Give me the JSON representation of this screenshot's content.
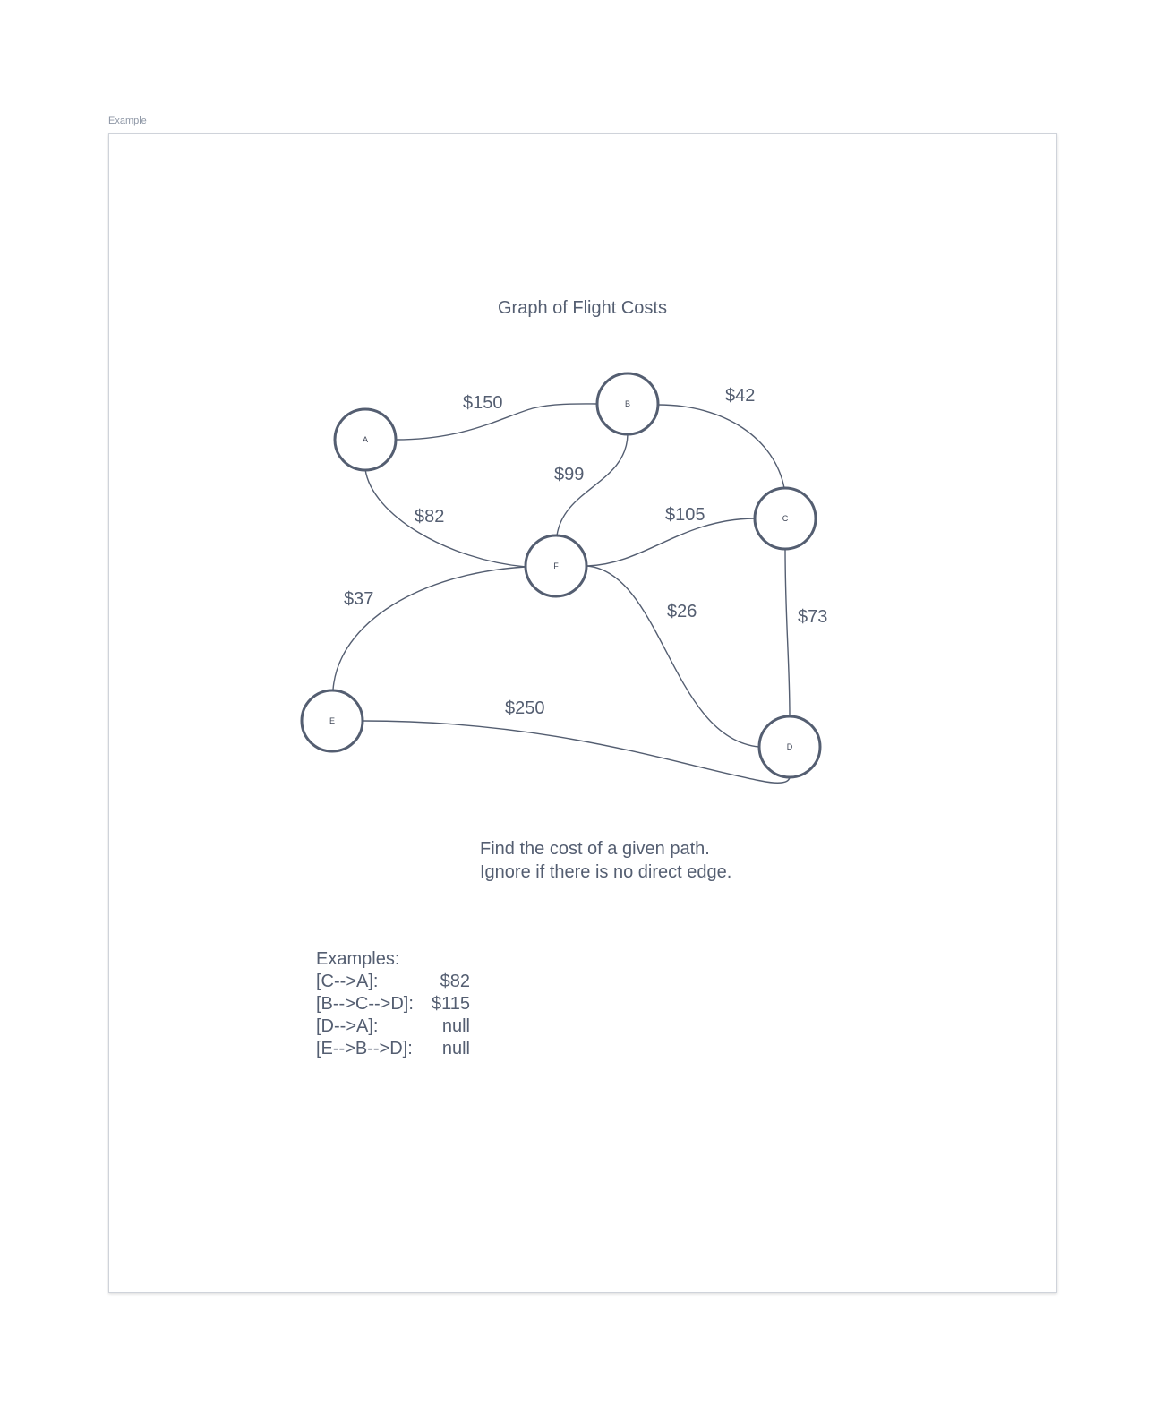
{
  "frame": {
    "label": "Example"
  },
  "diagram": {
    "title": "Graph of Flight Costs",
    "nodes": [
      {
        "id": "A",
        "label": "A"
      },
      {
        "id": "B",
        "label": "B"
      },
      {
        "id": "C",
        "label": "C"
      },
      {
        "id": "D",
        "label": "D"
      },
      {
        "id": "E",
        "label": "E"
      },
      {
        "id": "F",
        "label": "F"
      }
    ],
    "edges": [
      {
        "from": "A",
        "to": "B",
        "cost": "$150"
      },
      {
        "from": "B",
        "to": "C",
        "cost": "$42"
      },
      {
        "from": "B",
        "to": "F",
        "cost": "$99"
      },
      {
        "from": "A",
        "to": "F",
        "cost": "$82"
      },
      {
        "from": "F",
        "to": "C",
        "cost": "$105"
      },
      {
        "from": "F",
        "to": "E",
        "cost": "$37"
      },
      {
        "from": "F",
        "to": "D",
        "cost": "$26"
      },
      {
        "from": "C",
        "to": "D",
        "cost": "$73"
      },
      {
        "from": "E",
        "to": "D",
        "cost": "$250"
      }
    ]
  },
  "instructions": {
    "line1": "Find the cost of a given path.",
    "line2": "Ignore if there is no direct edge."
  },
  "examples": {
    "heading": "Examples:",
    "rows": [
      {
        "path": "[C-->A]:",
        "result": "$82"
      },
      {
        "path": "[B-->C-->D]:",
        "result": "$115"
      },
      {
        "path": "[D-->A]:",
        "result": "null"
      },
      {
        "path": "[E-->B-->D]:",
        "result": "null"
      }
    ]
  },
  "colors": {
    "node_stroke": "#545e71",
    "edge_stroke": "#545e71",
    "text": "#545e71",
    "frame_border": "#cfd3da"
  }
}
